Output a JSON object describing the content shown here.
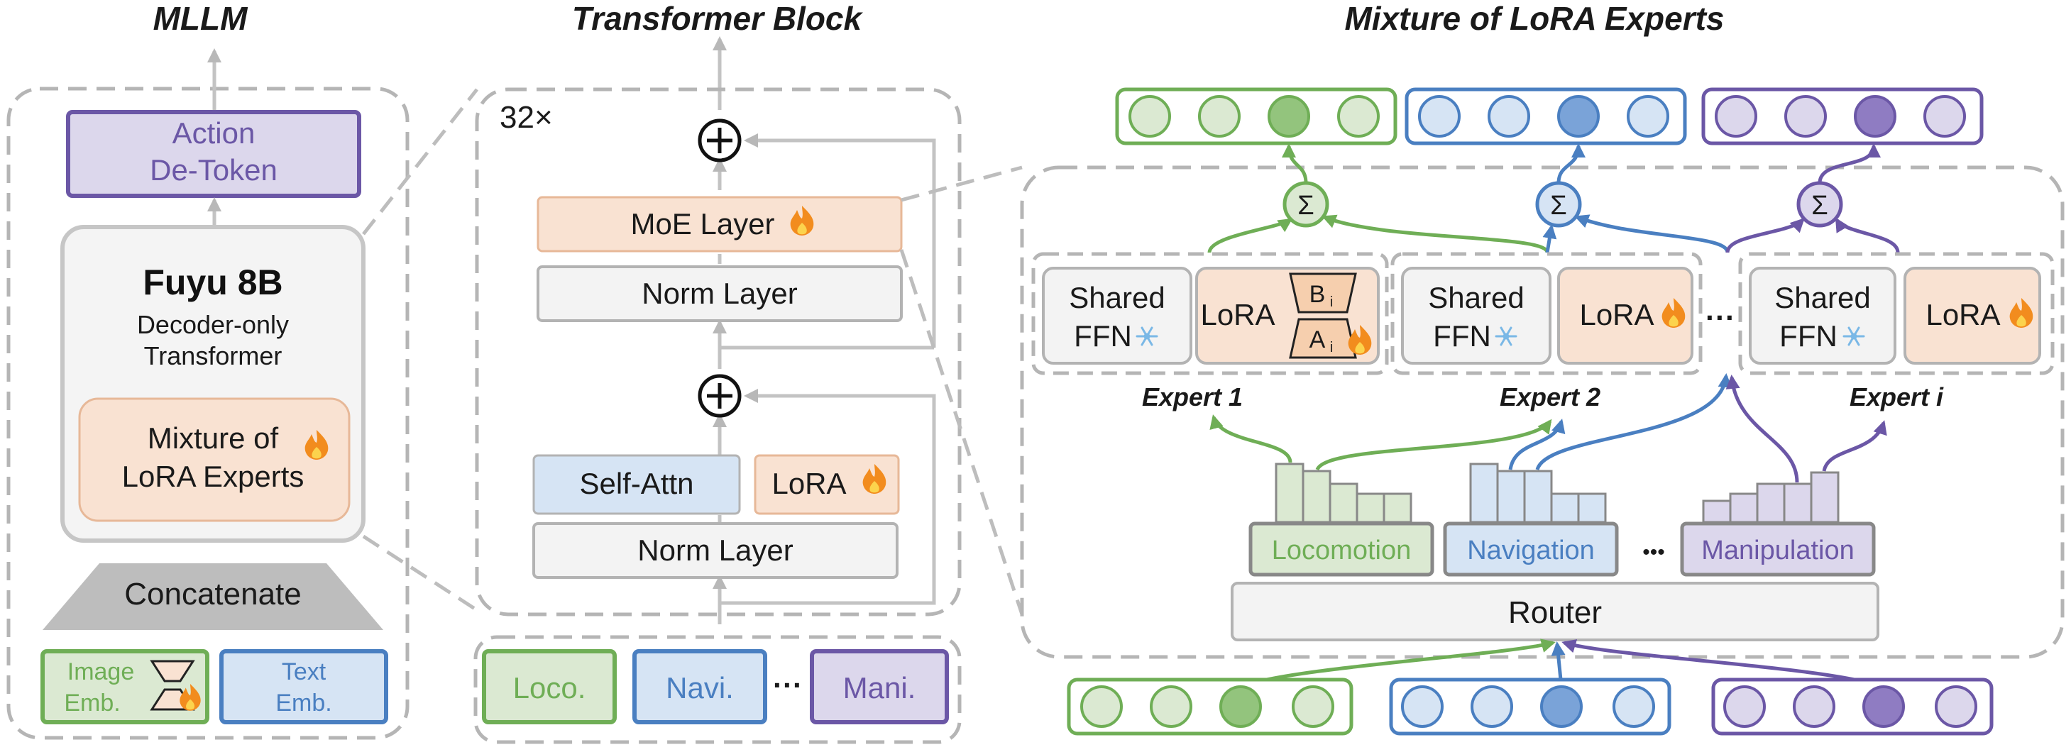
{
  "titles": {
    "mllm": "MLLM",
    "transformer": "Transformer Block",
    "mixture": "Mixture of LoRA Experts"
  },
  "mllm": {
    "action_line1": "Action",
    "action_line2": "De-Token",
    "model_name": "Fuyu 8B",
    "model_desc1": "Decoder-only",
    "model_desc2": "Transformer",
    "mole_line1": "Mixture of",
    "mole_line2": "LoRA Experts",
    "concatenate": "Concatenate",
    "image_emb1": "Image",
    "image_emb2": "Emb.",
    "text_emb1": "Text",
    "text_emb2": "Emb."
  },
  "transformer": {
    "repeat": "32×",
    "moe_layer": "MoE Layer",
    "norm_layer_top": "Norm Layer",
    "self_attn": "Self-Attn",
    "lora": "LoRA",
    "norm_layer_bottom": "Norm Layer",
    "inputs": [
      "Loco.",
      "Navi.",
      "Mani."
    ],
    "ellipsis": "···"
  },
  "mixture": {
    "experts": [
      {
        "shared1": "Shared",
        "shared2": "FFN",
        "lora": "LoRA",
        "label": "Expert 1",
        "b": "B",
        "a": "A",
        "sub": "i"
      },
      {
        "shared1": "Shared",
        "shared2": "FFN",
        "lora": "LoRA",
        "label": "Expert 2"
      },
      {
        "shared1": "Shared",
        "shared2": "FFN",
        "lora": "LoRA",
        "label": "Expert i"
      }
    ],
    "expert_ellipsis": "···",
    "sum_symbol": "Σ",
    "tasks": [
      "Locomotion",
      "Navigation",
      "Manipulation"
    ],
    "task_ellipsis": "•••",
    "router": "Router"
  },
  "icons": {
    "fire": "fire-icon",
    "snowflake": "snowflake-icon",
    "plus": "plus-circle-icon"
  },
  "colors": {
    "green": "#6fae56",
    "green_fill": "#dbe9d2",
    "green_dark": "#93c47d",
    "blue": "#4a7fc1",
    "blue_fill": "#d6e4f4",
    "blue_dark": "#7aa3d8",
    "purple": "#6b57a6",
    "purple_fill": "#dcd7ec",
    "purple_dark": "#8f7cc2",
    "peach": "#f9e2d2",
    "peach_stroke": "#e7b898"
  }
}
